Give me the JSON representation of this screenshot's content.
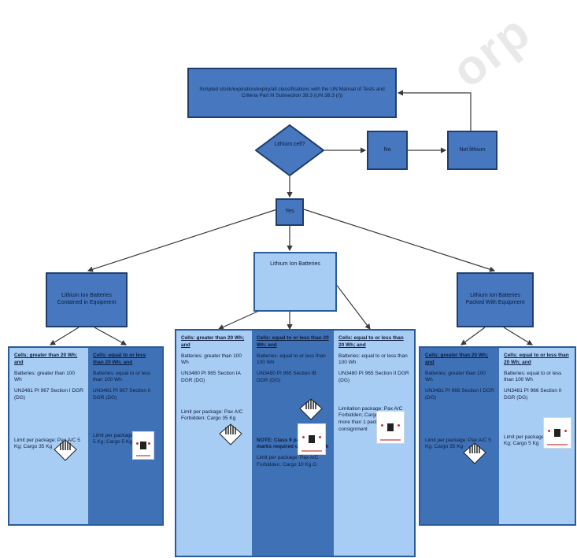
{
  "watermark": "orp",
  "top_box": "Scripted stock/expiration/expiry/all classifications with the UN Manual of Tests and Criteria Part III Subsection 38.3 (UN 38.3 (r))",
  "decision": "Lithium cell?",
  "no_label": "No",
  "not_regulated": "Not lithium",
  "yes_label": "Yes",
  "branches": {
    "left": "Lithium Ion Batteries Contained in Equipment",
    "center": "Lithium Ion Batteries",
    "right": "Lithium Ion Batteries Packed With Equipment"
  },
  "panels": {
    "left": {
      "col1": [
        "Cells: greater than 20 Wh; and",
        "Batteries: greater than 100 Wh",
        "UN3481 PI 967 Section I DGR (DG)",
        "Limit per package: Pax A/C 5 Kg; Cargo 35 Kg"
      ],
      "col2": [
        "Cells: equal to or less than 20 Wh; and",
        "Batteries: equal to or less than 100 Wh",
        "UN3481 PI 967 Section II DGR (DG)",
        "Limit per package: Pax A/C 5 Kg; Cargo 5 Kg"
      ]
    },
    "center": {
      "col1": [
        "Cells: greater than 20 Wh; and",
        "Batteries: greater than 100 Wh",
        "UN3480 PI 965 Section IA DGR (DG)",
        "Limit per package: Pax A/C Forbidden; Cargo 35 Kg"
      ],
      "col2": [
        "Cells: equal to or less than 20 Wh; and",
        "Batteries: equal to or less than 100 Wh",
        "UN3480 PI 965 Section IB DGR (DG)",
        "NOTE: Class 9 package and marks required on outer pack",
        "Limit per package: Pax A/C Forbidden; Cargo 10 Kg G"
      ],
      "col3": [
        "Cells: equal to or less than 20 Wh; and",
        "Batteries: equal to or less than 100 Wh",
        "UN3480 PI 965 Section II DGR (DG)",
        "Limitation package: Pax A/C Forbidden; Cargo A/C not more than 1 package per consignment"
      ]
    },
    "right": {
      "col1": [
        "Cells: greater than 20 Wh; and",
        "Batteries: greater than 100 Wh",
        "UN3481 PI 966 Section I DGR (DG)",
        "Limit per package: Pax A/C 5 Kg; Cargo 35 Kg"
      ],
      "col2": [
        "Cells: equal to or less than 20 Wh; and",
        "Batteries: equal to or less than 100 Wh",
        "UN3481 PI 966 Section II DGR (DG)",
        "Limit per package: Pax A/C 5 Kg; Cargo 5 Kg"
      ]
    }
  },
  "colors": {
    "line": "#3a3a3a",
    "box_mid": "#4677bf",
    "box_light": "#a8cdf5",
    "border": "#1f3e6e"
  },
  "icons": [
    "class-9-hazard-label-icon",
    "lithium-battery-mark-icon"
  ]
}
